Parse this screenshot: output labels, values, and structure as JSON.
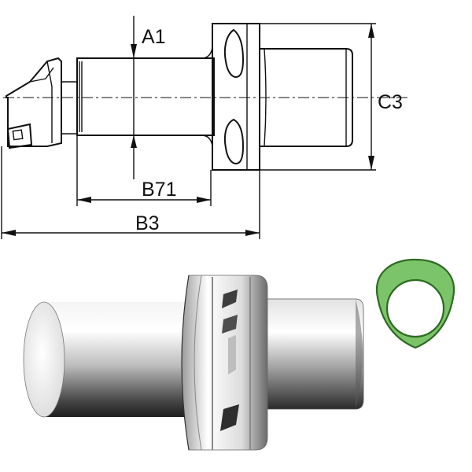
{
  "dimensions": {
    "a1": "A1",
    "b71": "B71",
    "b3": "B3",
    "c3": "C3"
  },
  "colors": {
    "profile_fill": "#7cc46a",
    "profile_stroke": "#2d6a22",
    "line": "#111111"
  },
  "icons": {
    "insert": "square-insert-icon",
    "profile": "polygon-taper-profile-icon"
  }
}
